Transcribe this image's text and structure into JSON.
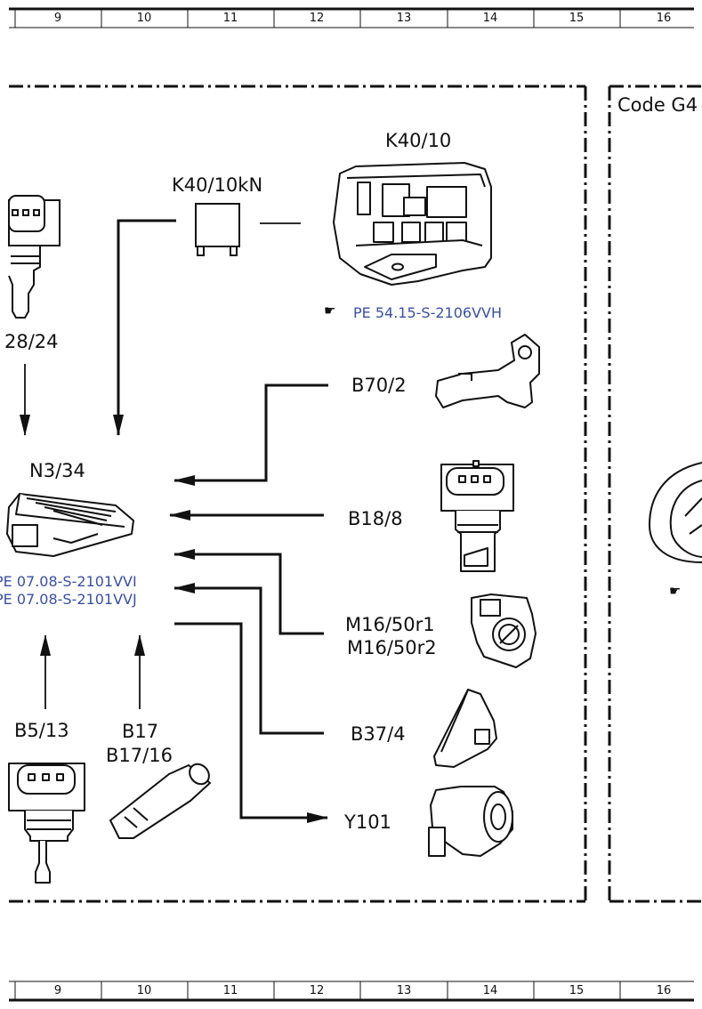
{
  "grid_columns": [
    "9",
    "10",
    "11",
    "12",
    "13",
    "14",
    "15",
    "16"
  ],
  "components": {
    "k40_10": "K40/10",
    "k40_10kn": "K40/10kN",
    "b28_24": "28/24",
    "n3_34": "N3/34",
    "b70_2": "B70/2",
    "b18_8": "B18/8",
    "m16_50r1": "M16/50r1",
    "m16_50r2": "M16/50r2",
    "b37_4": "B37/4",
    "y101": "Y101",
    "b5_13": "B5/13",
    "b17": "B17",
    "b17_16": "B17/16"
  },
  "references": {
    "k40_10": "PE 54.15-S-2106VVH",
    "n3_34_a": "PE 07.08-S-2101VVI",
    "n3_34_b": "PE 07.08-S-2101VVJ"
  },
  "code_box": {
    "title": "Code G4"
  },
  "icons": [
    "pointing-hand-icon"
  ]
}
